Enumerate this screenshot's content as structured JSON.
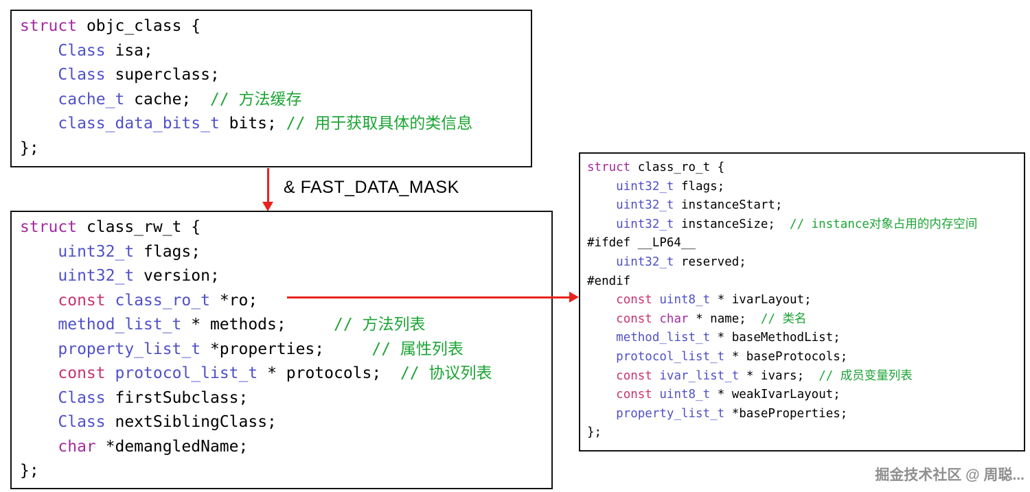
{
  "palette": {
    "keyword": "#a32aa0",
    "const": "#c8336f",
    "type": "#4f50c8",
    "plain": "#000000",
    "comment": "#1ba434",
    "preproc": "#000000",
    "arrow": "#e8231d",
    "watermark": "#8f8f8f",
    "border": "#111111"
  },
  "arrow_label": "& FAST_DATA_MASK",
  "watermark": "掘金技术社区 @ 周聪...",
  "boxes": [
    {
      "title": "objc_class",
      "lines": [
        [
          {
            "t": "struct",
            "c": "keyword"
          },
          {
            "t": " objc_class {",
            "c": "plain"
          }
        ],
        [
          {
            "t": "    ",
            "c": "plain"
          },
          {
            "t": "Class",
            "c": "type"
          },
          {
            "t": " isa;",
            "c": "plain"
          }
        ],
        [
          {
            "t": "    ",
            "c": "plain"
          },
          {
            "t": "Class",
            "c": "type"
          },
          {
            "t": " superclass;",
            "c": "plain"
          }
        ],
        [
          {
            "t": "    ",
            "c": "plain"
          },
          {
            "t": "cache_t",
            "c": "type"
          },
          {
            "t": " cache;  ",
            "c": "plain"
          },
          {
            "t": "// 方法缓存",
            "c": "comment"
          }
        ],
        [
          {
            "t": "    ",
            "c": "plain"
          },
          {
            "t": "class_data_bits_t",
            "c": "type"
          },
          {
            "t": " bits; ",
            "c": "plain"
          },
          {
            "t": "// 用于获取具体的类信息",
            "c": "comment"
          }
        ],
        [
          {
            "t": "};",
            "c": "plain"
          }
        ]
      ]
    },
    {
      "title": "class_rw_t",
      "lines": [
        [
          {
            "t": "struct",
            "c": "keyword"
          },
          {
            "t": " class_rw_t {",
            "c": "plain"
          }
        ],
        [
          {
            "t": "    ",
            "c": "plain"
          },
          {
            "t": "uint32_t",
            "c": "type"
          },
          {
            "t": " flags;",
            "c": "plain"
          }
        ],
        [
          {
            "t": "    ",
            "c": "plain"
          },
          {
            "t": "uint32_t",
            "c": "type"
          },
          {
            "t": " version;",
            "c": "plain"
          }
        ],
        [
          {
            "t": "    ",
            "c": "plain"
          },
          {
            "t": "const",
            "c": "const"
          },
          {
            "t": " ",
            "c": "plain"
          },
          {
            "t": "class_ro_t",
            "c": "type"
          },
          {
            "t": " *ro;",
            "c": "plain"
          }
        ],
        [
          {
            "t": "    ",
            "c": "plain"
          },
          {
            "t": "method_list_t",
            "c": "type"
          },
          {
            "t": " * methods;     ",
            "c": "plain"
          },
          {
            "t": "// 方法列表",
            "c": "comment"
          }
        ],
        [
          {
            "t": "    ",
            "c": "plain"
          },
          {
            "t": "property_list_t",
            "c": "type"
          },
          {
            "t": " *properties;     ",
            "c": "plain"
          },
          {
            "t": "// 属性列表",
            "c": "comment"
          }
        ],
        [
          {
            "t": "    ",
            "c": "plain"
          },
          {
            "t": "const",
            "c": "const"
          },
          {
            "t": " ",
            "c": "plain"
          },
          {
            "t": "protocol_list_t",
            "c": "type"
          },
          {
            "t": " * protocols;  ",
            "c": "plain"
          },
          {
            "t": "// 协议列表",
            "c": "comment"
          }
        ],
        [
          {
            "t": "    ",
            "c": "plain"
          },
          {
            "t": "Class",
            "c": "type"
          },
          {
            "t": " firstSubclass;",
            "c": "plain"
          }
        ],
        [
          {
            "t": "    ",
            "c": "plain"
          },
          {
            "t": "Class",
            "c": "type"
          },
          {
            "t": " nextSiblingClass;",
            "c": "plain"
          }
        ],
        [
          {
            "t": "    ",
            "c": "plain"
          },
          {
            "t": "char",
            "c": "keyword"
          },
          {
            "t": " *demangledName;",
            "c": "plain"
          }
        ],
        [
          {
            "t": "};",
            "c": "plain"
          }
        ]
      ]
    },
    {
      "title": "class_ro_t",
      "lines": [
        [
          {
            "t": "struct",
            "c": "keyword"
          },
          {
            "t": " class_ro_t {",
            "c": "plain"
          }
        ],
        [
          {
            "t": "    ",
            "c": "plain"
          },
          {
            "t": "uint32_t",
            "c": "type"
          },
          {
            "t": " flags;",
            "c": "plain"
          }
        ],
        [
          {
            "t": "    ",
            "c": "plain"
          },
          {
            "t": "uint32_t",
            "c": "type"
          },
          {
            "t": " instanceStart;",
            "c": "plain"
          }
        ],
        [
          {
            "t": "    ",
            "c": "plain"
          },
          {
            "t": "uint32_t",
            "c": "type"
          },
          {
            "t": " instanceSize;  ",
            "c": "plain"
          },
          {
            "t": "// instance对象占用的内存空间",
            "c": "comment"
          }
        ],
        [
          {
            "t": "#ifdef __LP64__",
            "c": "preproc"
          }
        ],
        [
          {
            "t": "    ",
            "c": "plain"
          },
          {
            "t": "uint32_t",
            "c": "type"
          },
          {
            "t": " reserved;",
            "c": "plain"
          }
        ],
        [
          {
            "t": "#endif",
            "c": "preproc"
          }
        ],
        [
          {
            "t": "    ",
            "c": "plain"
          },
          {
            "t": "const",
            "c": "const"
          },
          {
            "t": " ",
            "c": "plain"
          },
          {
            "t": "uint8_t",
            "c": "type"
          },
          {
            "t": " * ivarLayout;",
            "c": "plain"
          }
        ],
        [
          {
            "t": "    ",
            "c": "plain"
          },
          {
            "t": "const",
            "c": "const"
          },
          {
            "t": " ",
            "c": "plain"
          },
          {
            "t": "char",
            "c": "keyword"
          },
          {
            "t": " * name;  ",
            "c": "plain"
          },
          {
            "t": "// 类名",
            "c": "comment"
          }
        ],
        [
          {
            "t": "    ",
            "c": "plain"
          },
          {
            "t": "method_list_t",
            "c": "type"
          },
          {
            "t": " * baseMethodList;",
            "c": "plain"
          }
        ],
        [
          {
            "t": "    ",
            "c": "plain"
          },
          {
            "t": "protocol_list_t",
            "c": "type"
          },
          {
            "t": " * baseProtocols;",
            "c": "plain"
          }
        ],
        [
          {
            "t": "    ",
            "c": "plain"
          },
          {
            "t": "const",
            "c": "const"
          },
          {
            "t": " ",
            "c": "plain"
          },
          {
            "t": "ivar_list_t",
            "c": "type"
          },
          {
            "t": " * ivars;  ",
            "c": "plain"
          },
          {
            "t": "// 成员变量列表",
            "c": "comment"
          }
        ],
        [
          {
            "t": "    ",
            "c": "plain"
          },
          {
            "t": "const",
            "c": "const"
          },
          {
            "t": " ",
            "c": "plain"
          },
          {
            "t": "uint8_t",
            "c": "type"
          },
          {
            "t": " * weakIvarLayout;",
            "c": "plain"
          }
        ],
        [
          {
            "t": "    ",
            "c": "plain"
          },
          {
            "t": "property_list_t",
            "c": "type"
          },
          {
            "t": " *baseProperties;",
            "c": "plain"
          }
        ],
        [
          {
            "t": "};",
            "c": "plain"
          }
        ]
      ]
    }
  ]
}
